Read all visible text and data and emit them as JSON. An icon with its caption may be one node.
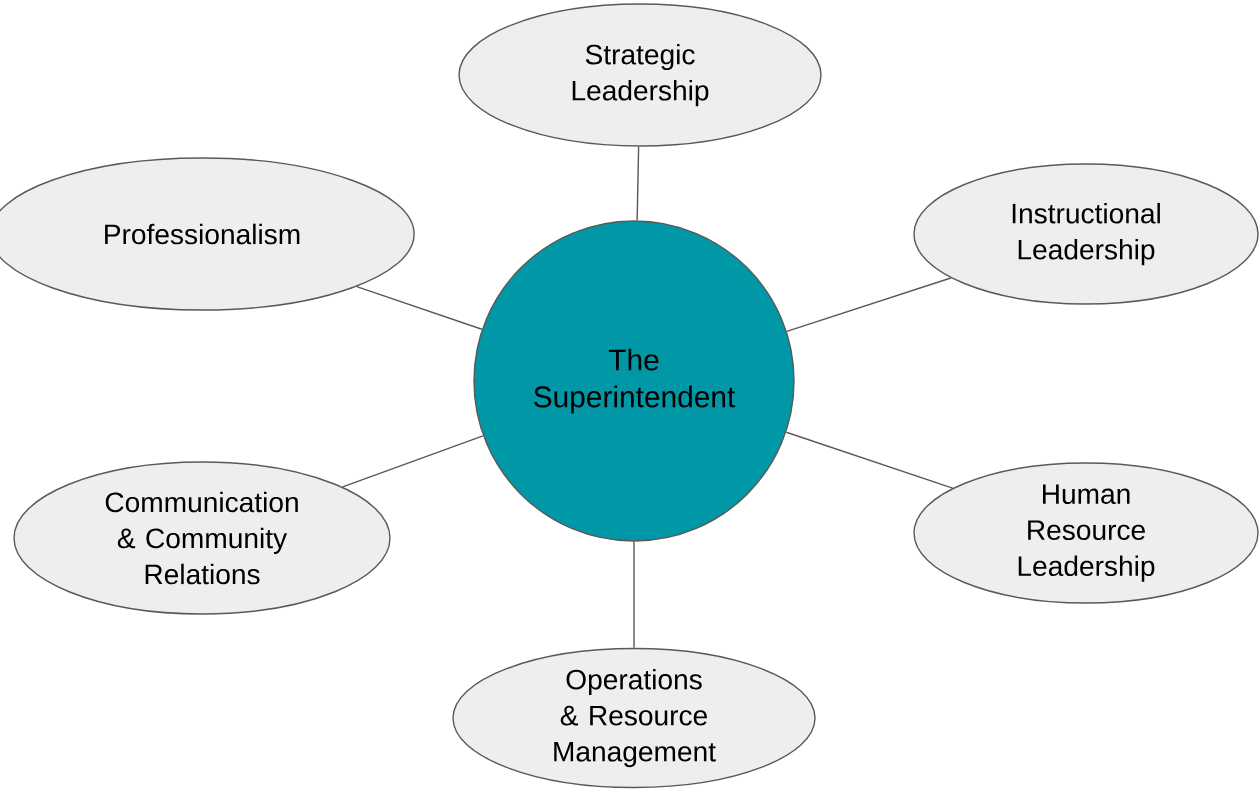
{
  "diagram": {
    "nodes": [
      {
        "text": [
          "The Superintendent"
        ]
      },
      {
        "text": [
          "Strategic Leadership"
        ]
      },
      {
        "text": [
          "Professionalism"
        ]
      },
      {
        "text": [
          "Instructional Leadership"
        ]
      },
      {
        "text": [
          "Communication & Community Relations"
        ]
      },
      {
        "text": [
          "Human Resource Leadership"
        ]
      },
      {
        "text": [
          "Operations & Resource Management"
        ]
      }
    ],
    "edges": [
      {
        "from": 0,
        "to": 1,
        "arrow": "none"
      },
      {
        "from": 0,
        "to": 2,
        "arrow": "none"
      },
      {
        "from": 0,
        "to": 3,
        "arrow": "none"
      },
      {
        "from": 0,
        "to": 4,
        "arrow": "none"
      },
      {
        "from": 0,
        "to": 5,
        "arrow": "none"
      },
      {
        "from": 0,
        "to": 6,
        "arrow": "none"
      }
    ]
  }
}
